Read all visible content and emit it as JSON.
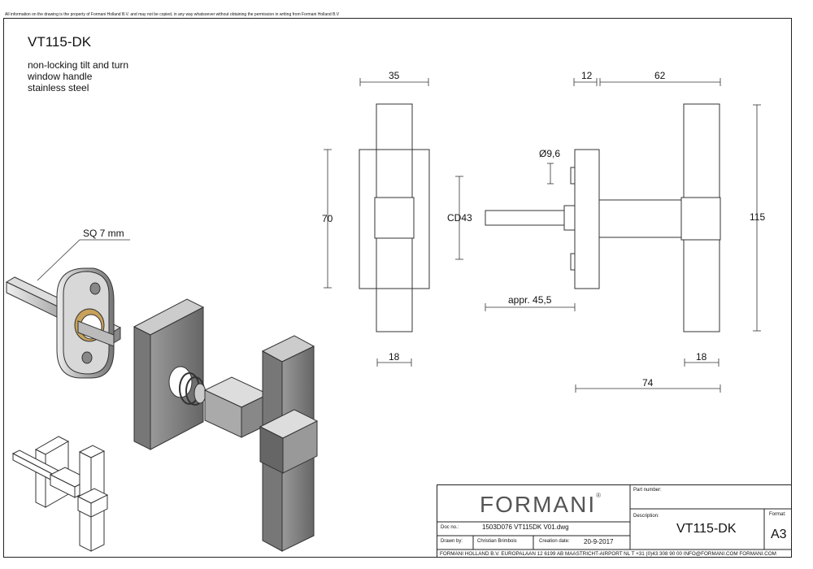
{
  "notice": "All information on the drawing is the property of Formani Holland B.V. and may not be copied, in any way whatsoever without obtaining the permission in writing from Formani Holland B.V",
  "product": {
    "code": "VT115-DK",
    "description_lines": [
      "non-locking tilt and turn",
      "window handle",
      "stainless steel"
    ]
  },
  "labels": {
    "sq": "SQ 7 mm",
    "cd": "CD43",
    "diameter": "Ø9,6",
    "approx": "appr. 45,5"
  },
  "dimensions": {
    "front_width": "35",
    "front_height": "70",
    "rose_bottom": "18",
    "side_rose_thickness": "12",
    "side_handle_length": "62",
    "total_height": "115",
    "side_bottom": "18",
    "total_length": "74"
  },
  "title_block": {
    "brand": "FORMANI",
    "registered": "®",
    "part_number_label": "Part number:",
    "description_label": "Description:",
    "description_value": "VT115-DK",
    "format_label": "Format:",
    "format_value": "A3",
    "doc_no_label": "Doc no.:",
    "doc_no_value": "1503D076 VT115DK V01.dwg",
    "drawn_by_label": "Drawn by:",
    "drawn_by_value": "Christian Brimbois",
    "creation_date_label": "Creation date:",
    "creation_date_value": "20-9-2017",
    "footer": "FORMANI HOLLAND B.V.  EUROPALAAN 12  6199 AB MAASTRICHT-AIRPORT NL  T +31 (0)43 308 90 00 INFO@FORMANI.COM FORMANI.COM"
  }
}
